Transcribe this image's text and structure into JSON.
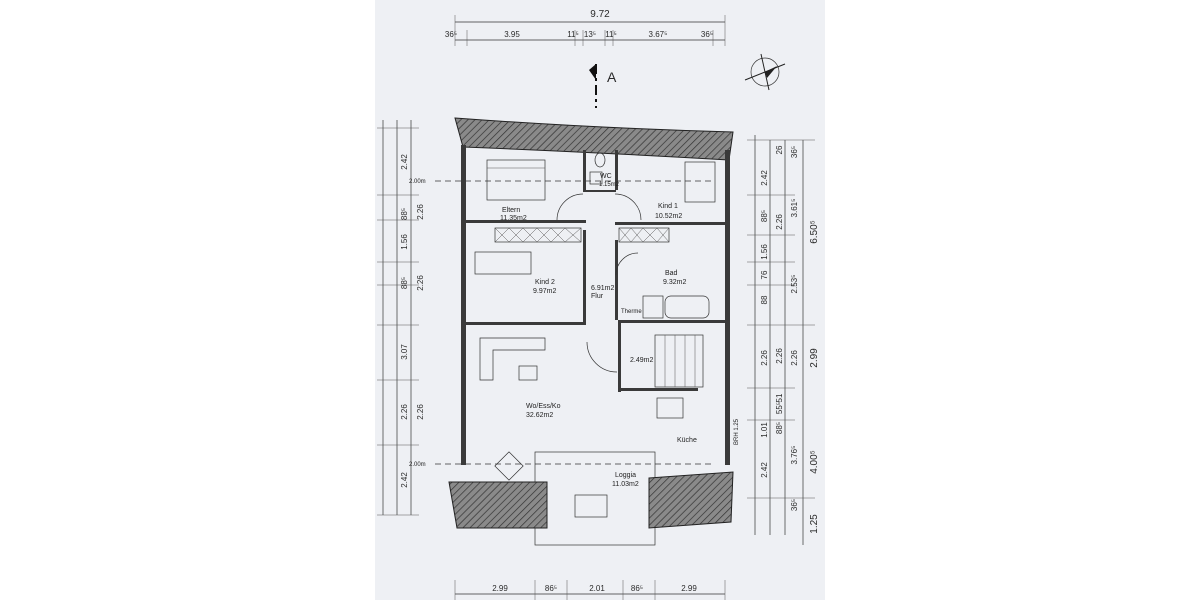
{
  "section_marker": "A",
  "dims_top": {
    "overall": "9.72",
    "d1": "36⁵",
    "d2": "3.95",
    "d3": "11⁵",
    "d4": "13⁵",
    "d5": "11⁵",
    "d6": "3.67⁵",
    "d7": "36⁵"
  },
  "dims_bottom": {
    "d1": "2.99",
    "d2": "86⁵",
    "d3": "2.01",
    "d4": "86⁵",
    "d5": "2.99"
  },
  "dims_left": [
    "2.42",
    "88⁵",
    "2.26",
    "1.56",
    "88⁵",
    "2.26",
    "3.07",
    "2.26",
    "2.26",
    "2.42"
  ],
  "level_marks": [
    "2.00m",
    "2.00m"
  ],
  "dims_right": {
    "r1": [
      "2.42",
      "88⁵",
      "1.56",
      "76",
      "88",
      "2.26",
      "1.01",
      "2.42"
    ],
    "r2": [
      "26",
      "2.26",
      "2.26",
      "2.53⁵",
      "2.26",
      "3.76⁵",
      "36⁵",
      "88⁵",
      "51",
      "55⁵"
    ],
    "r3": [
      "36⁵",
      "3.61⁵",
      "2.99",
      "1.25"
    ],
    "r4": [
      "6.50⁵",
      "4.00⁵",
      "1.25"
    ],
    "brh": "BRH 1.25"
  },
  "rooms": [
    {
      "name": "Eltern",
      "area": "11.35m2"
    },
    {
      "name": "WC",
      "area": "1.15m2"
    },
    {
      "name": "Kind 1",
      "area": "10.52m2"
    },
    {
      "name": "Kind 2",
      "area": "9.97m2"
    },
    {
      "name": "Flur",
      "area": "6.91m2"
    },
    {
      "name": "Bad",
      "area": "9.32m2"
    },
    {
      "name": "Therme",
      "area": ""
    },
    {
      "name": "",
      "area": "2.49m2"
    },
    {
      "name": "Wo/Ess/Ko",
      "area": "32.62m2"
    },
    {
      "name": "Küche",
      "area": ""
    },
    {
      "name": "Loggia",
      "area": "11.03m2"
    }
  ],
  "colors": {
    "paper": "#eef0f4",
    "ink": "#2a2a2a",
    "wall": "#3a3a3a"
  }
}
